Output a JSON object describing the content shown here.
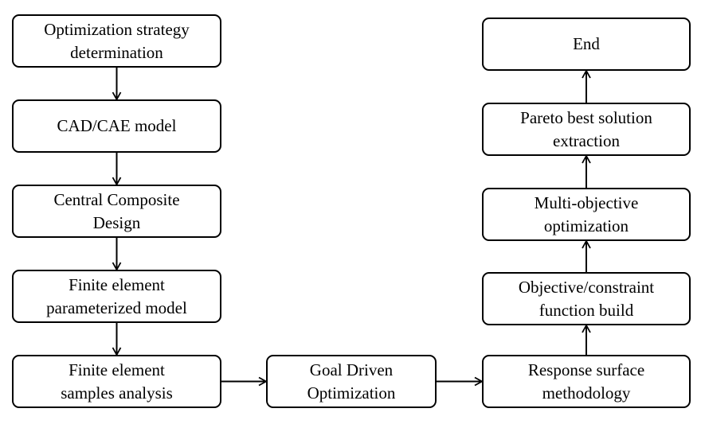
{
  "nodes": {
    "strategy": {
      "text": "Optimization strategy\ndetermination"
    },
    "cad": {
      "text": "CAD/CAE model"
    },
    "ccd": {
      "text": "Central Composite\nDesign"
    },
    "fe_model": {
      "text": "Finite element\nparameterized model"
    },
    "fe_samples": {
      "text": "Finite element\nsamples analysis"
    },
    "goal": {
      "text": "Goal Driven\nOptimization"
    },
    "rsm": {
      "text": "Response surface\nmethodology"
    },
    "objective": {
      "text": "Objective/constraint\nfunction build"
    },
    "multi": {
      "text": "Multi-objective\noptimization"
    },
    "pareto": {
      "text": "Pareto best solution\nextraction"
    },
    "end": {
      "text": "End"
    }
  },
  "edges": [
    [
      "strategy",
      "cad"
    ],
    [
      "cad",
      "ccd"
    ],
    [
      "ccd",
      "fe_model"
    ],
    [
      "fe_model",
      "fe_samples"
    ],
    [
      "fe_samples",
      "goal"
    ],
    [
      "goal",
      "rsm"
    ],
    [
      "rsm",
      "objective"
    ],
    [
      "objective",
      "multi"
    ],
    [
      "multi",
      "pareto"
    ],
    [
      "pareto",
      "end"
    ]
  ]
}
